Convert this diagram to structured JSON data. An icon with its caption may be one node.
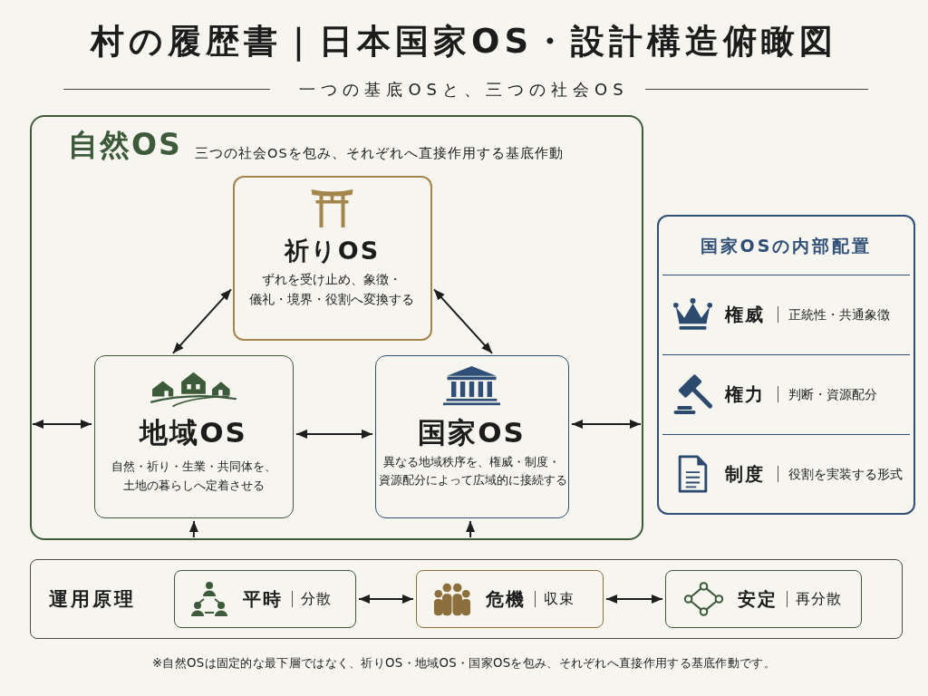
{
  "diagram": {
    "title": "村の履歴書｜日本国家OS・設計構造俯瞰図",
    "caption": "※自然OSは固定的な最下層ではなく、祈りOS・地域OS・国家OSを包み、それぞれへ直接作用する基底作動です。",
    "nodes": [
      {
        "text": [
          "自然OS",
          "三つの社会OSを包み、それぞれへ直接作用する基底作動"
        ]
      },
      {
        "text": [
          "祈りOS",
          "ずれを受け止め、象徴・儀礼・境界・役割へ変換する"
        ],
        "in": 0
      },
      {
        "text": [
          "地域OS",
          "自然・祈り・生業・共同体を、土地の暮らしへ定着させる"
        ],
        "in": 0
      },
      {
        "text": [
          "国家OS",
          "異なる地域秩序を、権威・制度・資源配分によって広域的に接続する"
        ],
        "in": 0
      },
      {
        "text": [
          "国家OSの内部配置"
        ]
      },
      {
        "text": [
          "権威",
          "正統性・共通象徴"
        ],
        "in": 4
      },
      {
        "text": [
          "権力",
          "判断・資源配分"
        ],
        "in": 4
      },
      {
        "text": [
          "制度",
          "役割を実装する形式"
        ],
        "in": 4
      },
      {
        "text": [
          "運用原理"
        ]
      },
      {
        "text": [
          "平時",
          "分散"
        ],
        "in": 8
      },
      {
        "text": [
          "危機",
          "収束"
        ],
        "in": 8
      },
      {
        "text": [
          "安定",
          "再分散"
        ],
        "in": 8
      }
    ],
    "edges": [
      {
        "from": 1,
        "to": 2,
        "arrow": "both"
      },
      {
        "from": 1,
        "to": 3,
        "arrow": "both"
      },
      {
        "from": 2,
        "to": 3,
        "arrow": "both"
      },
      {
        "from": 0,
        "to": 2,
        "arrow": "both"
      },
      {
        "from": 3,
        "to": 0,
        "arrow": "both"
      },
      {
        "from": 0,
        "to": 2,
        "arrow": "to"
      },
      {
        "from": 0,
        "to": 3,
        "arrow": "to"
      },
      {
        "from": 9,
        "to": 10,
        "arrow": "both"
      },
      {
        "from": 10,
        "to": 11,
        "arrow": "both"
      }
    ],
    "labels": [
      "一つの基底OSと、三つの社会OS"
    ]
  }
}
